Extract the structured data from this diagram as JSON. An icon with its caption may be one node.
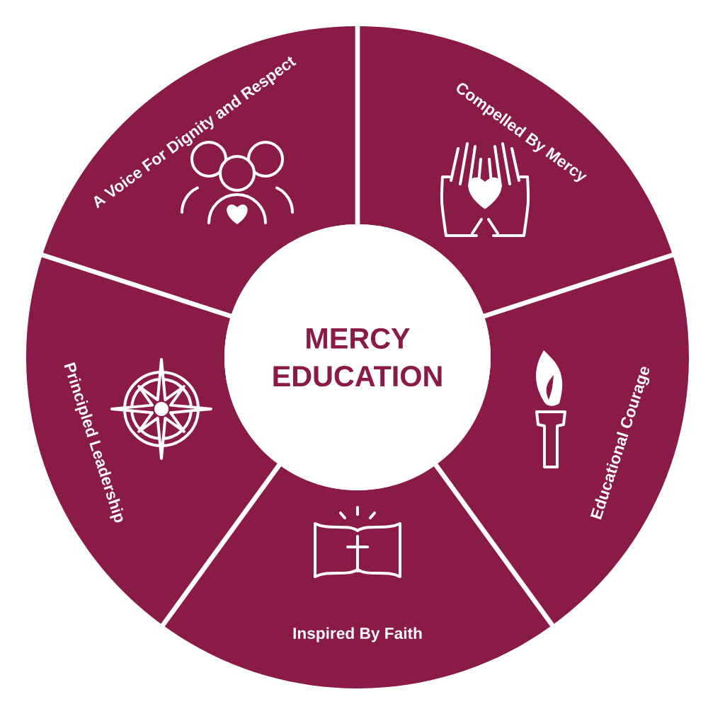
{
  "diagram": {
    "nodes": [
      {
        "text": [
          "A Voice For Dignity and Respect"
        ]
      },
      {
        "text": [
          "Compelled By Mercy"
        ]
      },
      {
        "text": [
          "Educational Courage"
        ]
      },
      {
        "text": [
          "Inspired By Faith"
        ]
      },
      {
        "text": [
          "Principled Leadership"
        ]
      },
      {
        "text": [
          "MERCY EDUCATION"
        ]
      }
    ]
  }
}
